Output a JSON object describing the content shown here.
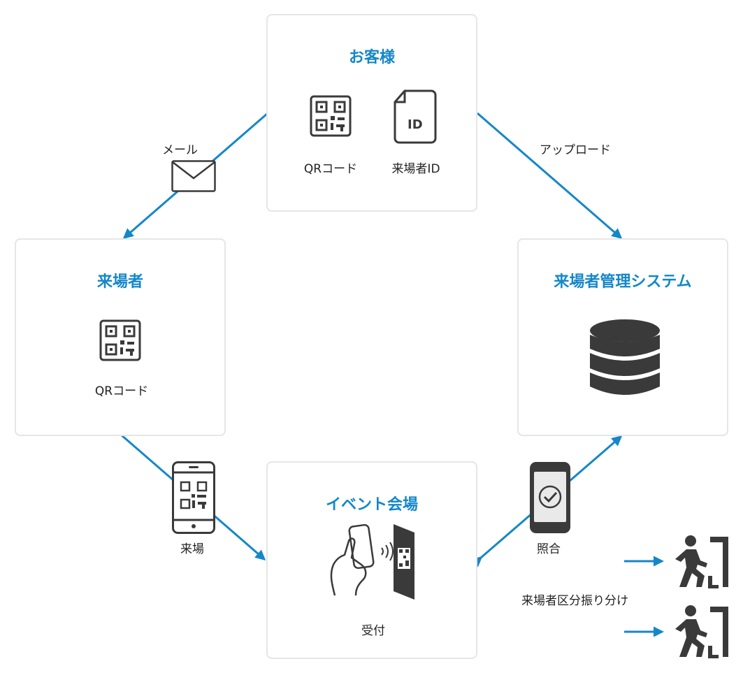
{
  "nodes": {
    "customer": {
      "title": "お客様",
      "items": [
        "QRコード",
        "来場者ID"
      ],
      "id_badge": "ID"
    },
    "visitor": {
      "title": "来場者",
      "items": [
        "QRコード"
      ]
    },
    "system": {
      "title": "来場者管理システム"
    },
    "venue": {
      "title": "イベント会場",
      "items": [
        "受付"
      ]
    }
  },
  "edges": {
    "mail": "メール",
    "upload": "アップロード",
    "arrival": "来場",
    "verify": "照合"
  },
  "sorting": {
    "label": "来場者区分振り分け"
  },
  "colors": {
    "accent": "#1487c9",
    "icon": "#3a3a3a",
    "border": "#e6e6e6"
  }
}
